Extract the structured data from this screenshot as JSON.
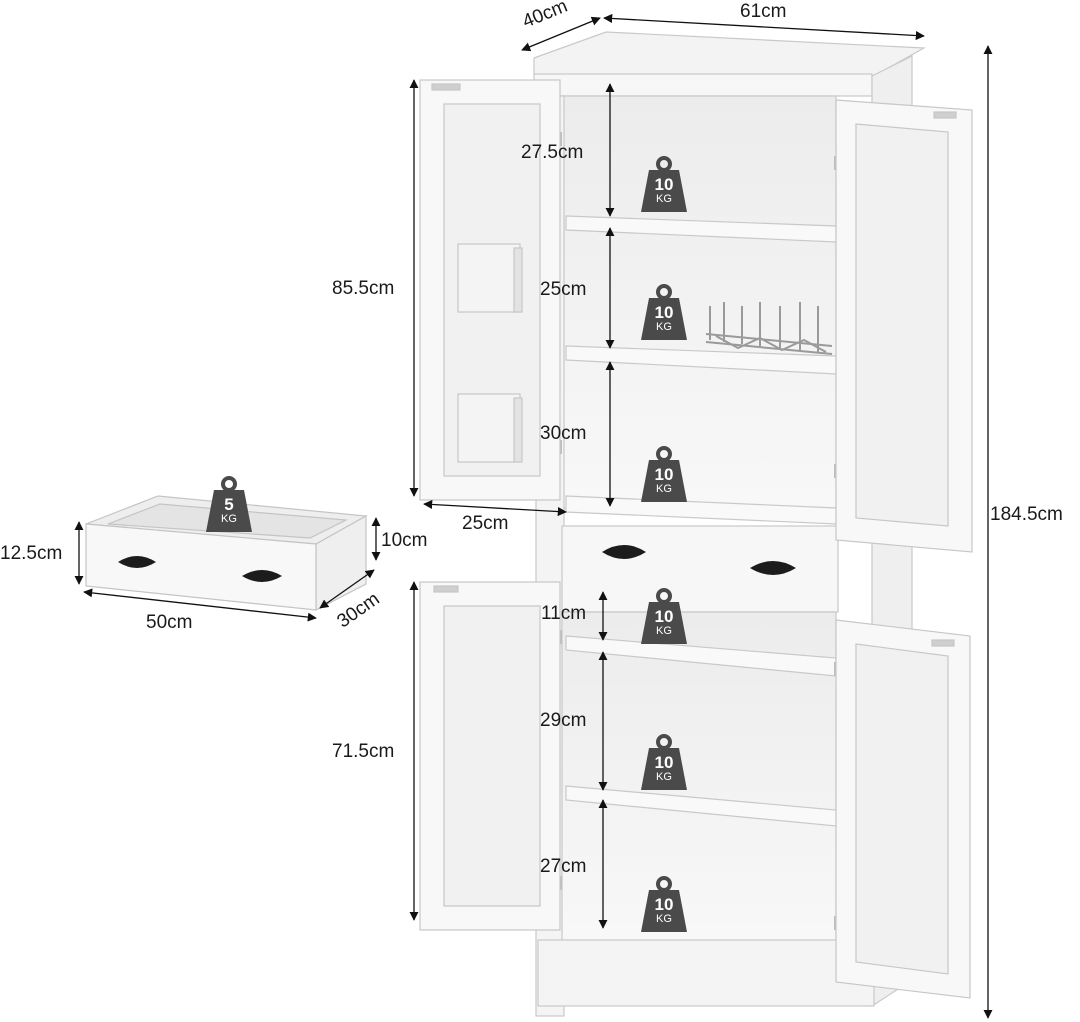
{
  "dimensions": {
    "depth": "40cm",
    "width": "61cm",
    "height_total": "184.5cm",
    "upper_cabinet_height": "85.5cm",
    "lower_cabinet_height": "71.5cm",
    "upper_shelf_1": "27.5cm",
    "upper_shelf_2": "25cm",
    "upper_shelf_3": "30cm",
    "door_shelf_depth": "25cm",
    "lower_shelf_1": "11cm",
    "lower_shelf_2": "29cm",
    "lower_shelf_3": "27cm",
    "drawer_front_height": "12.5cm",
    "drawer_inner_height": "10cm",
    "drawer_width": "50cm",
    "drawer_depth": "30cm"
  },
  "load_badges": [
    {
      "value": "5",
      "unit": "KG"
    },
    {
      "value": "10",
      "unit": "KG"
    },
    {
      "value": "10",
      "unit": "KG"
    },
    {
      "value": "10",
      "unit": "KG"
    },
    {
      "value": "10",
      "unit": "KG"
    },
    {
      "value": "10",
      "unit": "KG"
    },
    {
      "value": "10",
      "unit": "KG"
    }
  ],
  "colors": {
    "cabinet": "#f6f6f6",
    "cabinet_edge": "#c9c9c9",
    "badge": "#4a4a4a",
    "handle": "#1c1c1c",
    "dimension_line": "#111111"
  }
}
